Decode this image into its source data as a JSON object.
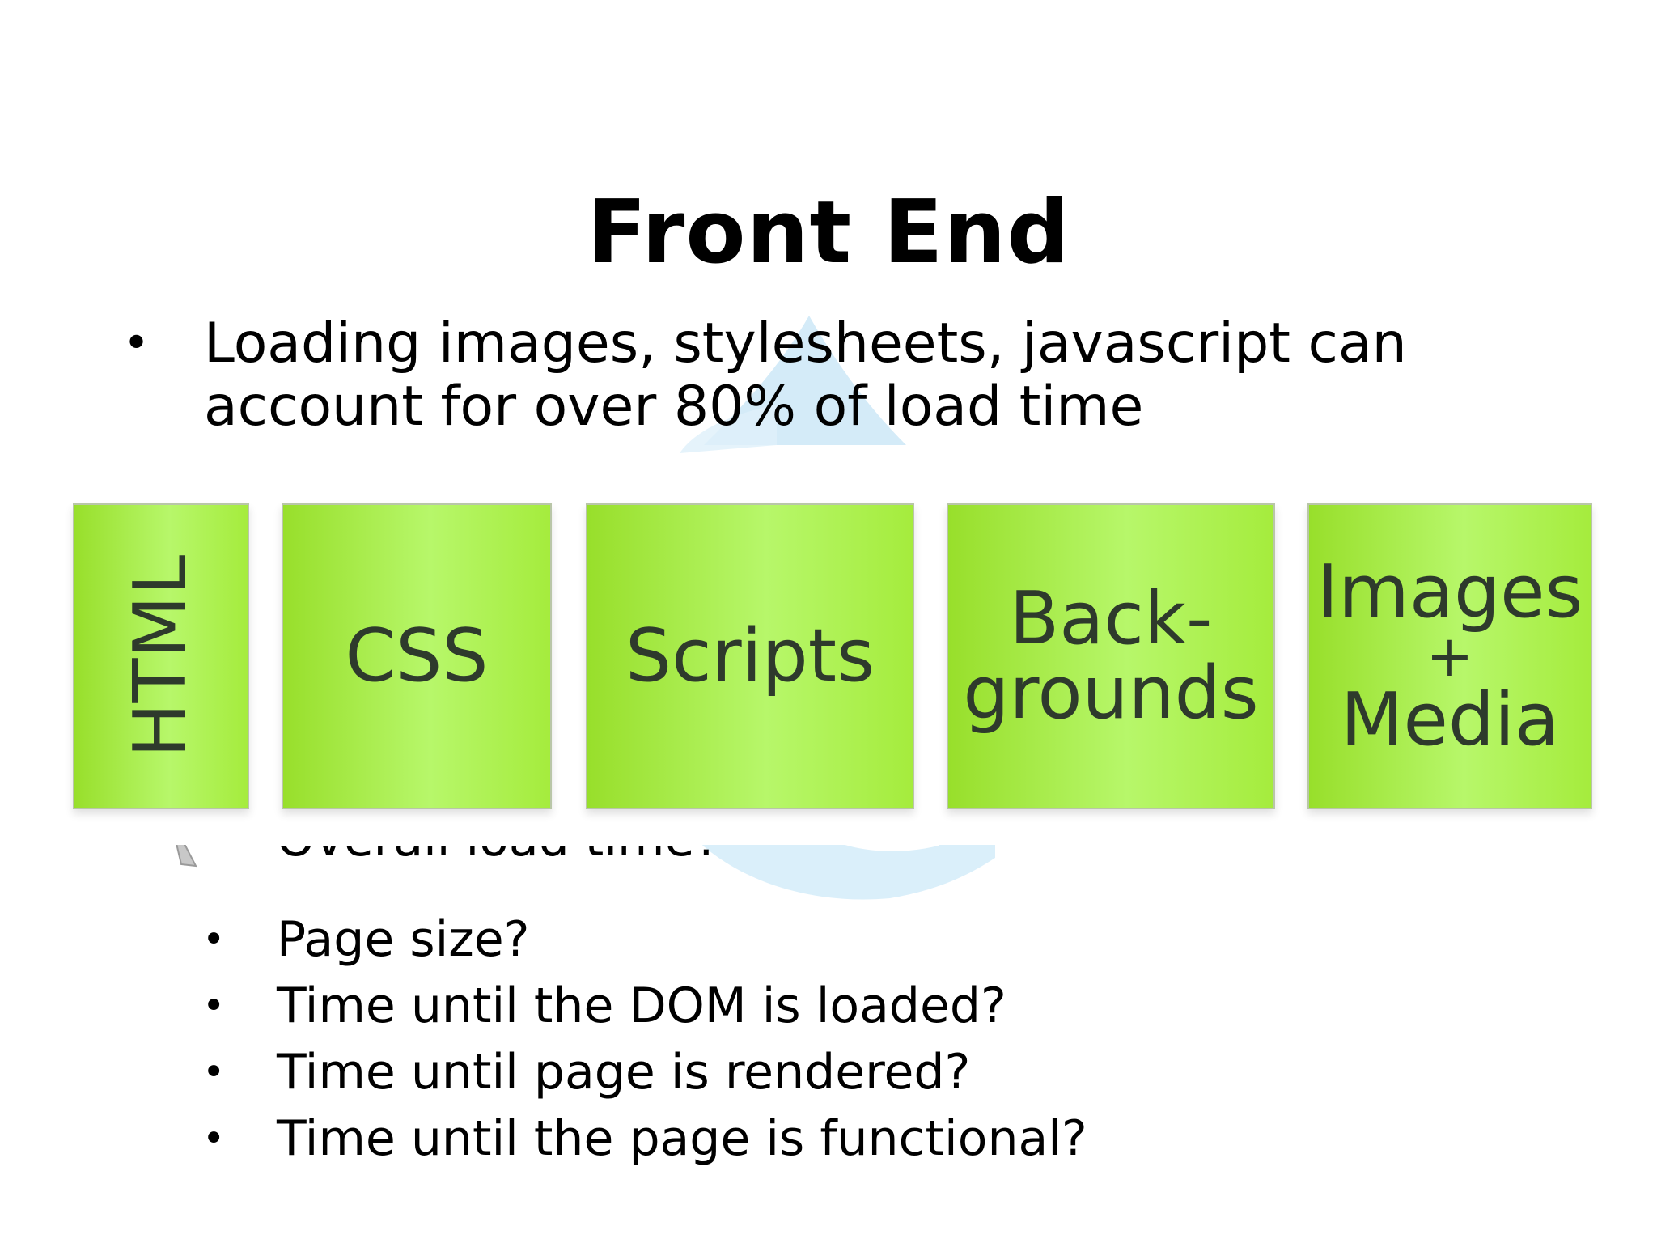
{
  "slide": {
    "title": "Front End",
    "main_bullet": "Loading images, stylesheets, javascript can account for over 80% of load time",
    "bullet_glyph": "•",
    "pipeline": {
      "html": "HTML",
      "css": "CSS",
      "scripts": "Scripts",
      "backgrounds_line1": "Back-",
      "backgrounds_line2": "grounds",
      "media_line1": "Images",
      "media_line2": "+",
      "media_line3": "Media"
    },
    "partially_hidden_item": "Overall load time?",
    "sub_items": [
      "Page size?",
      "Time until the DOM is loaded?",
      "Time until page is rendered?",
      "Time until the page is functional?"
    ]
  },
  "colors": {
    "stage_green": "#a5ec3d",
    "stage_text": "#2e3a2c",
    "watermark_blue": "#cfe9f7"
  }
}
